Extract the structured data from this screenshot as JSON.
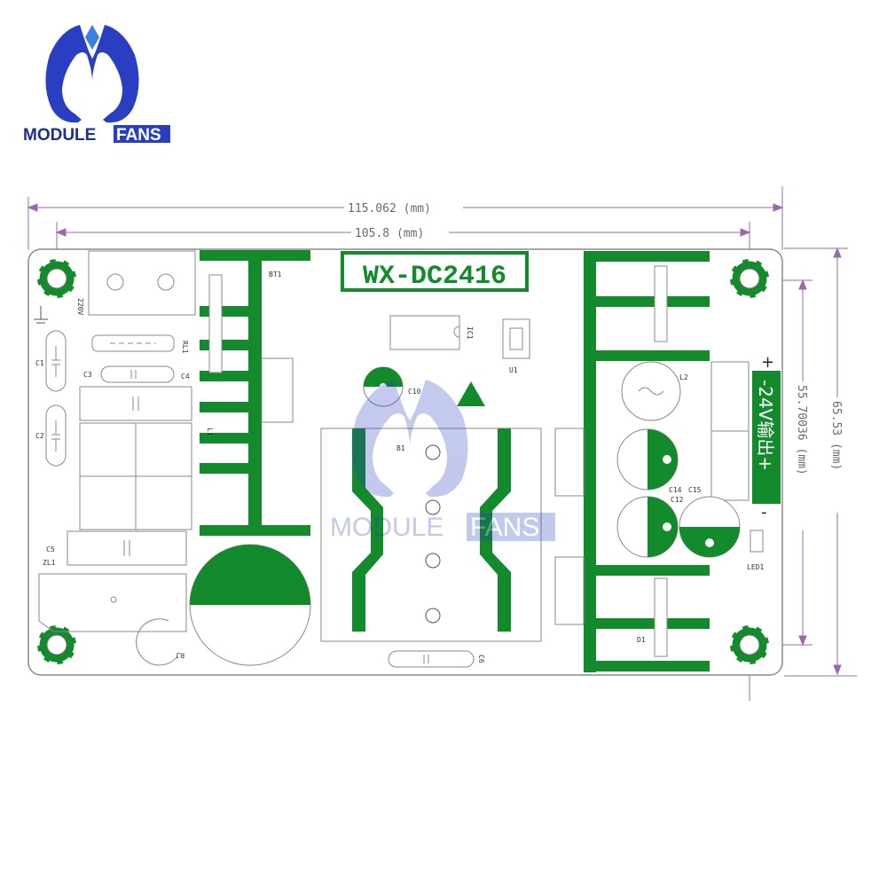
{
  "brand": {
    "name_left": "MODULE",
    "name_right": "FANS",
    "watermark_left": "MODULE",
    "watermark_right": "FANS",
    "colors": {
      "blue": "#2a3ec2",
      "accent": "#3c7fe0"
    }
  },
  "board": {
    "model": "WX-DC2416",
    "output_label": "-24V输出+",
    "input_label": "220V",
    "plus_sign": "+",
    "minus_sign": "-",
    "colors": {
      "copper": "#138a2c",
      "outline": "#8a8a8a",
      "dimension": "#9a6aa8"
    }
  },
  "dimensions": {
    "width_outer": "115.062 (mm)",
    "width_holes": "105.8 (mm)",
    "height_outer": "65.53 (mm)",
    "height_holes": "55.70036 (mm)"
  },
  "components": {
    "bt1": "BT1",
    "rl1": "RL1",
    "c1": "C1",
    "c2": "C2",
    "c3": "C3",
    "c4": "C4",
    "c5": "C5",
    "l1": "L1",
    "zl1": "ZL1",
    "ic1": "IC1",
    "u1": "U1",
    "c10": "C10",
    "b1": "B1",
    "c6": "C6",
    "rj": "RJ",
    "l2": "L2",
    "c12": "C12",
    "c14": "C14",
    "c15": "C15",
    "led1": "LED1",
    "d1": "D1"
  }
}
